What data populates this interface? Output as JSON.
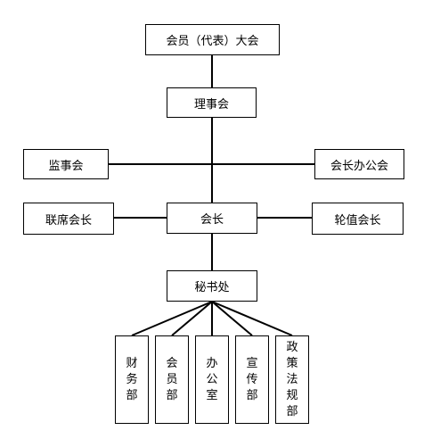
{
  "nodes": {
    "assembly": "会员（代表）大会",
    "council": "理事会",
    "supervisory": "监事会",
    "president_office": "会长办公会",
    "joint_president": "联席会长",
    "president": "会长",
    "rotating_president": "轮值会长",
    "secretariat": "秘书处"
  },
  "departments": [
    "财务部",
    "会员部",
    "办公室",
    "宣传部",
    "政策法规部"
  ]
}
